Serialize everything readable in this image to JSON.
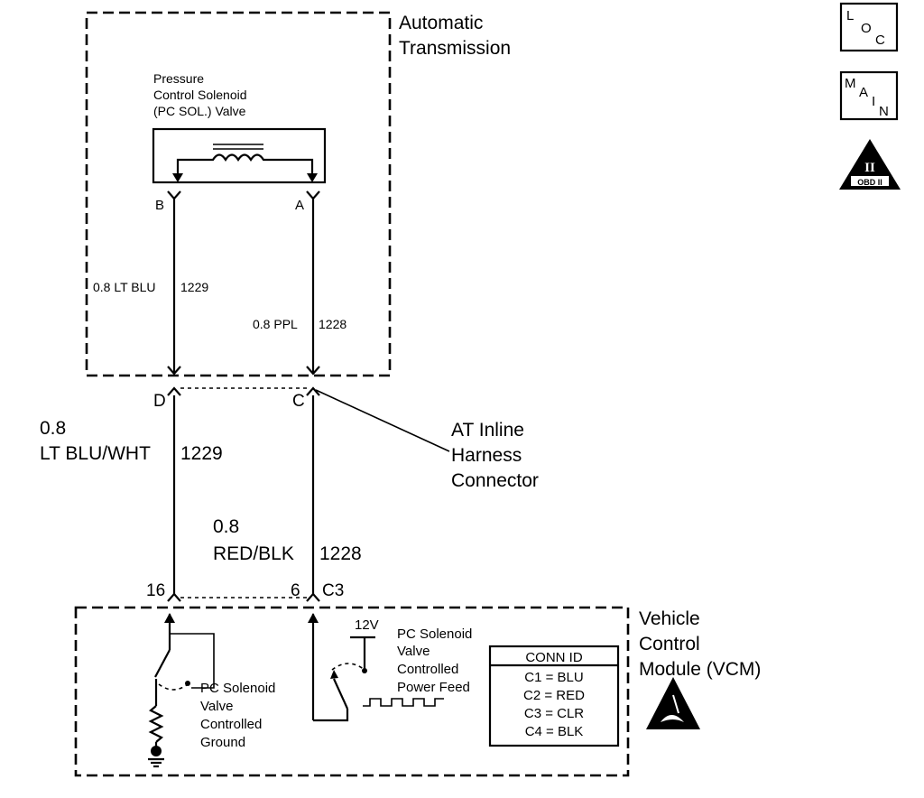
{
  "automatic_transmission": {
    "line1": "Automatic",
    "line2": "Transmission"
  },
  "pcs_valve": {
    "line1": "Pressure",
    "line2": "Control Solenoid",
    "line3": "(PC SOL.) Valve"
  },
  "pins": {
    "b": "B",
    "a": "A",
    "d": "D",
    "c": "C",
    "p16": "16",
    "p6": "6",
    "c3": "C3"
  },
  "wires": {
    "upper_left": "0.8 LT BLU",
    "upper_left_circuit": "1229",
    "upper_right": "0.8 PPL",
    "upper_right_circuit": "1228",
    "lower_left_gauge": "0.8",
    "lower_left_color": "LT BLU/WHT",
    "lower_left_circuit": "1229",
    "lower_right_gauge": "0.8",
    "lower_right_color": "RED/BLK",
    "lower_right_circuit": "1228"
  },
  "inline_connector": {
    "line1": "AT Inline",
    "line2": "Harness",
    "line3": "Connector"
  },
  "vcm": {
    "line1": "Vehicle",
    "line2": "Control",
    "line3": "Module (VCM)"
  },
  "ground_label": {
    "line1": "PC Solenoid",
    "line2": "Valve",
    "line3": "Controlled",
    "line4": "Ground"
  },
  "feed_label": {
    "line1": "PC Solenoid",
    "line2": "Valve",
    "line3": "Controlled",
    "line4": "Power Feed"
  },
  "voltage": "12V",
  "conn_id": {
    "title": "CONN ID",
    "rows": [
      "C1 = BLU",
      "C2 = RED",
      "C3 = CLR",
      "C4 = BLK"
    ]
  },
  "badges": {
    "loc": {
      "l": "L",
      "o": "O",
      "c": "C"
    },
    "main": {
      "m": "M",
      "a": "A",
      "i": "I",
      "n": "N"
    },
    "obd": {
      "roman": "II",
      "label": "OBD II"
    }
  }
}
